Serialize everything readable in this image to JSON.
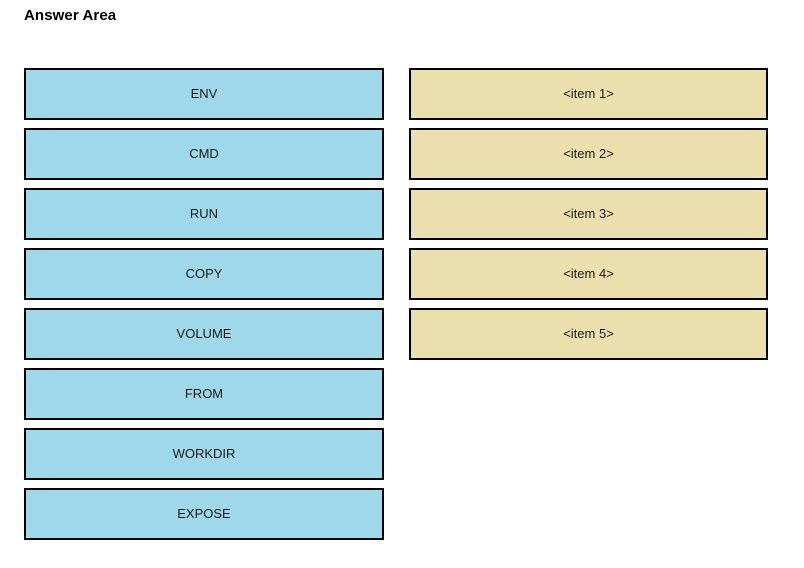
{
  "page": {
    "title": "Answer Area",
    "background_color": "#ffffff"
  },
  "colors": {
    "source_fill": "#9ed8ea",
    "target_fill": "#ecdfae",
    "border": "#000000",
    "text": "#1a1a1a"
  },
  "source_column": {
    "name": "draggable-options",
    "items": [
      {
        "label": "ENV"
      },
      {
        "label": "CMD"
      },
      {
        "label": "RUN"
      },
      {
        "label": "COPY"
      },
      {
        "label": "VOLUME"
      },
      {
        "label": "FROM"
      },
      {
        "label": "WORKDIR"
      },
      {
        "label": "EXPOSE"
      }
    ]
  },
  "target_column": {
    "name": "answer-drop-slots",
    "items": [
      {
        "label": "<item 1>"
      },
      {
        "label": "<item 2>"
      },
      {
        "label": "<item 3>"
      },
      {
        "label": "<item 4>"
      },
      {
        "label": "<item 5>"
      }
    ]
  }
}
